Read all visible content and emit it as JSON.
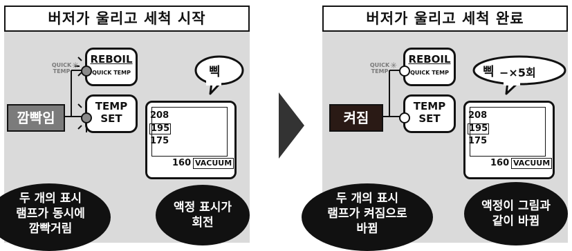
{
  "left": {
    "title": "버저가 울리고 세척 시작",
    "quick_temp_label": "QUICK\nTEMP",
    "reboil_label": "REBOIL",
    "quick_temp_button_label": "QUICK TEMP",
    "temp_label_line1": "TEMP",
    "temp_label_line2": "SET",
    "status": "깜빡임",
    "speech": "삑",
    "temps": [
      "208",
      "195",
      "175",
      "160"
    ],
    "vacuum_label": "VACUUM",
    "caption1": [
      "두 개의 표시",
      "램프가 동시에",
      "깜빡거림"
    ],
    "caption2": [
      "액정 표시가",
      "회전"
    ]
  },
  "right": {
    "title": "버저가 울리고 세척 완료",
    "quick_temp_label": "QUICK\nTEMP",
    "reboil_label": "REBOIL",
    "quick_temp_button_label": "QUICK TEMP",
    "temp_label_line1": "TEMP",
    "temp_label_line2": "SET",
    "status": "켜짐",
    "speech_word": "삑",
    "speech_suffix": "−×5회",
    "temps": [
      "208",
      "195",
      "175",
      "160"
    ],
    "vacuum_label": "VACUUM",
    "caption1": [
      "두 개의 표시",
      "램프가 켜짐으로",
      "바뀜"
    ],
    "caption2": [
      "액정이 그림과",
      "같이 바뀜"
    ]
  },
  "colors": {
    "panel_bg": "#dadada",
    "blink_badge": "#7b7b7b",
    "on_badge": "#2a1a15",
    "arrow": "#333333"
  }
}
